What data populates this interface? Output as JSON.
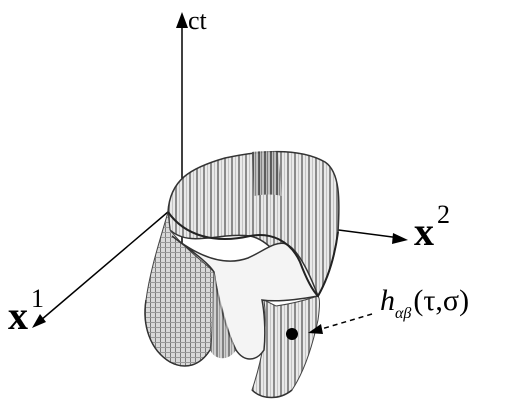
{
  "labels": {
    "time_axis": "ct",
    "axis1_letter": "x",
    "axis1_index": "1",
    "axis2_letter": "x",
    "axis2_index": "2",
    "field_symbol": "h",
    "field_indices": "αβ",
    "field_args": "(τ,σ)"
  },
  "colors": {
    "ink": "#000000",
    "surface_light": "#f2f2f2",
    "surface_mid": "#a6a6a6",
    "surface_dark": "#4d4d4d"
  }
}
